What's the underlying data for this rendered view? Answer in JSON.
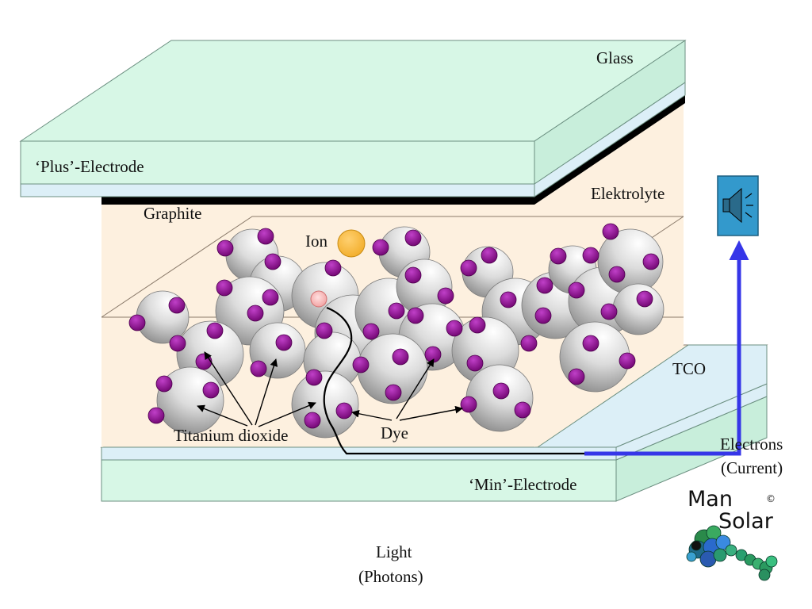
{
  "labels": {
    "glass": "Glass",
    "plus_electrode": "‘Plus’-Electrode",
    "elektrolyte": "Elektrolyte",
    "graphite": "Graphite",
    "ion": "Ion",
    "tco": "TCO",
    "titanium_dioxide": "Titanium dioxide",
    "dye": "Dye",
    "min_electrode": "‘Min’-Electrode",
    "electrons_line1": "Electrons",
    "electrons_line2": "(Current)",
    "light_line1": "Light",
    "light_line2": "(Photons)"
  },
  "logo": {
    "line1": "Man",
    "line2": "Solar",
    "copyright": "©"
  },
  "icons": {
    "speaker": "speaker-icon"
  },
  "colors": {
    "glass": "#d7f7e6",
    "electrode_strip": "#dceff7",
    "electrolyte": "#fdf0df",
    "graphite": "#000000",
    "ion": "#f4b233",
    "dye": "#800080",
    "tio2_light": "#f4f4f4",
    "tio2_dark": "#8f8f8f",
    "current_wire": "#3636e8",
    "speaker_box": "#3399cc"
  }
}
